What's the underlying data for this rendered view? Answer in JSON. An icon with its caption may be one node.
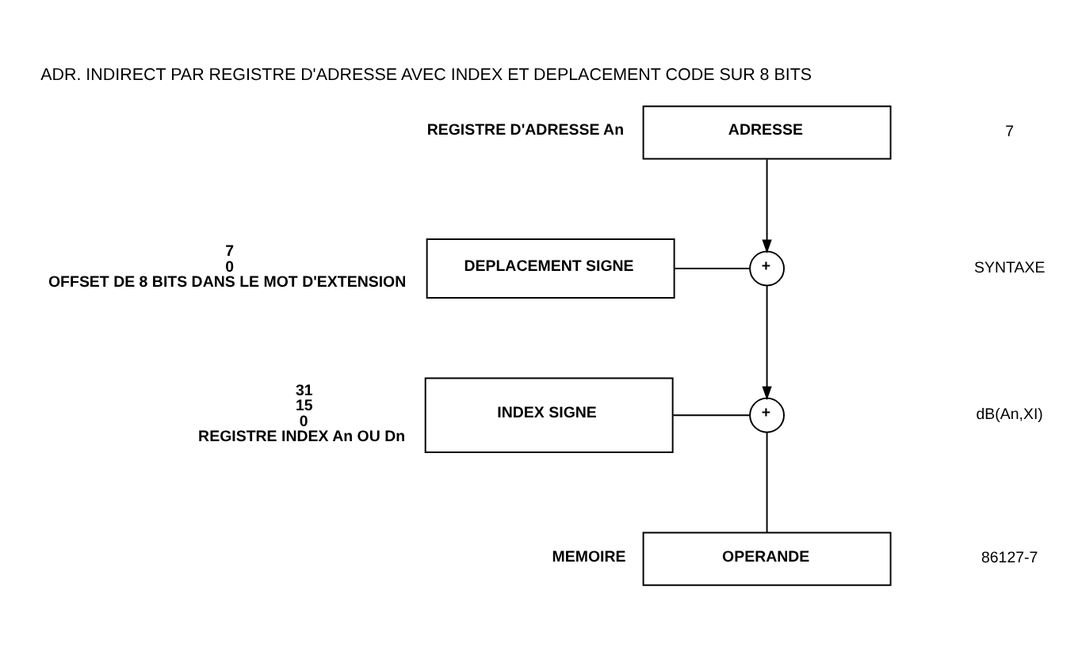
{
  "diagram": {
    "title": "ADR. INDIRECT PAR REGISTRE D'ADRESSE AVEC INDEX ET DEPLACEMENT CODE SUR 8 BITS",
    "nodes": [
      {
        "text": [
          "ADRESSE"
        ],
        "beside": [
          "REGISTRE D'ADRESSE An"
        ]
      },
      {
        "text": [
          "DEPLACEMENT SIGNE"
        ],
        "beside": [
          "7",
          "0",
          "OFFSET DE 8 BITS DANS LE MOT D'EXTENSION"
        ]
      },
      {
        "text": [
          "+"
        ]
      },
      {
        "text": [
          "INDEX SIGNE"
        ],
        "beside": [
          "31",
          "15",
          "0",
          "REGISTRE INDEX An OU Dn"
        ]
      },
      {
        "text": [
          "+"
        ]
      },
      {
        "text": [
          "OPERANDE"
        ],
        "beside": [
          "MEMOIRE"
        ]
      }
    ],
    "edges": [
      {
        "from": 0,
        "to": 2,
        "arrow": "to"
      },
      {
        "from": 1,
        "to": 2,
        "arrow": "none"
      },
      {
        "from": 2,
        "to": 4,
        "arrow": "to"
      },
      {
        "from": 3,
        "to": 4,
        "arrow": "none"
      },
      {
        "from": 4,
        "to": 5,
        "arrow": "none"
      }
    ],
    "labels": [
      "7",
      "SYNTAXE",
      "dB(An,XI)",
      "86127-7"
    ]
  }
}
